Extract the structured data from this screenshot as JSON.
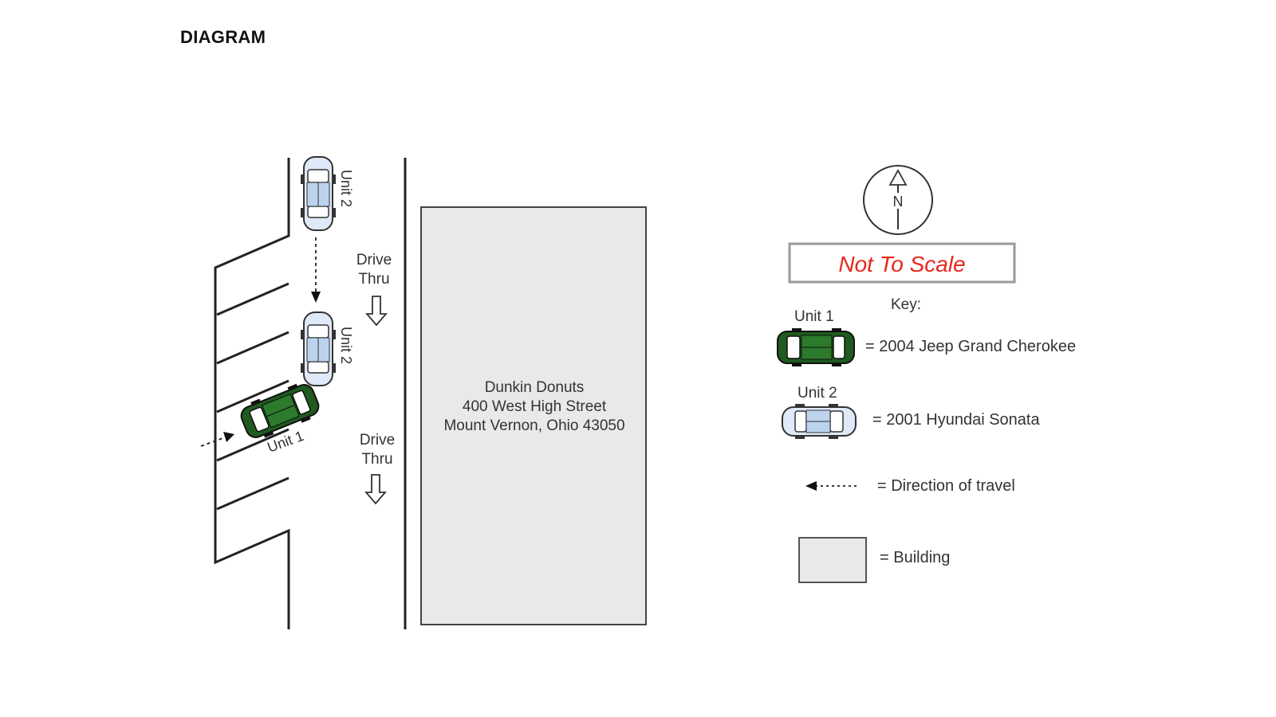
{
  "page": {
    "title": "DIAGRAM"
  },
  "diagram": {
    "building": {
      "name": "Dunkin Donuts",
      "address_line": "400 West High Street",
      "city_line": "Mount Vernon, Ohio 43050"
    },
    "drive_thru_labels": [
      {
        "line1": "Drive",
        "line2": "Thru"
      },
      {
        "line1": "Drive",
        "line2": "Thru"
      }
    ],
    "vehicle_labels": {
      "unit2_top": "Unit 2",
      "unit2_mid": "Unit 2",
      "unit1": "Unit 1"
    },
    "compass": {
      "letter": "N"
    },
    "scale_note": "Not To Scale"
  },
  "key": {
    "title": "Key:",
    "items": [
      {
        "unit": "Unit 1",
        "desc": "= 2004 Jeep Grand Cherokee"
      },
      {
        "unit": "Unit 2",
        "desc": "= 2001 Hyundai Sonata"
      },
      {
        "unit": "",
        "desc": "= Direction of travel"
      },
      {
        "unit": "",
        "desc": "= Building"
      }
    ]
  },
  "colors": {
    "unit1_body": "#1f5a1f",
    "unit2_body": "#cfe0f5",
    "scale_text": "#e8261e",
    "building_fill": "#e9e9e9",
    "line": "#222222"
  }
}
